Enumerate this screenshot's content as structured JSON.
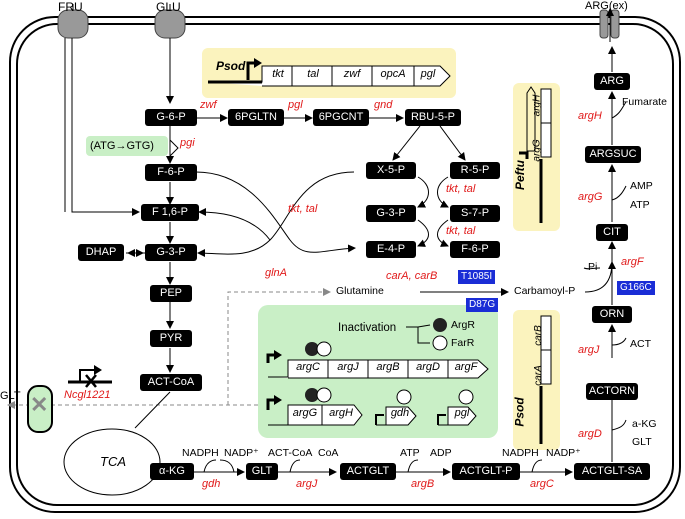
{
  "transport": {
    "fru": "FRU",
    "glu": "GLU",
    "arg_ex": "ARG(ex)",
    "glt": "GLT"
  },
  "metabolites": {
    "g6p": "G-6-P",
    "pgltn": "6PGLTN",
    "pgcnt": "6PGCNT",
    "rbu5p": "RBU-5-P",
    "f6p": "F-6-P",
    "f16p": "F 1,6-P",
    "dhap": "DHAP",
    "g3p": "G-3-P",
    "pep": "PEP",
    "pyr": "PYR",
    "acetylcoa": "ACT-CoA",
    "x5p": "X-5-P",
    "r5p": "R-5-P",
    "g3p_ppp": "G-3-P",
    "s7p": "S-7-P",
    "e4p": "E-4-P",
    "f6p_ppp": "F-6-P",
    "akg": "α-KG",
    "glt": "GLT",
    "actglt": "ACTGLT",
    "actgltp": "ACTGLT-P",
    "actgltsa": "ACTGLT-SA",
    "actorn": "ACTORN",
    "orn": "ORN",
    "cit": "CIT",
    "argsuc": "ARGSUC",
    "arg": "ARG",
    "tca": "TCA"
  },
  "enzymes": {
    "zwf": "zwf",
    "pgl": "pgl",
    "gnd": "gnd",
    "pgi": "pgi",
    "tkt_tal_1": "tkt, tal",
    "tkt_tal_2": "tkt, tal",
    "tkt_tal_3": "tkt, tal",
    "glnA": "glnA",
    "carAB": "carA, carB",
    "gdh": "gdh",
    "argJ_1": "argJ",
    "argB": "argB",
    "argC": "argC",
    "argD": "argD",
    "argJ_2": "argJ",
    "argF": "argF",
    "argG": "argG",
    "argH": "argH",
    "ncgl": "Ncgl1221"
  },
  "cofactors": {
    "nadph1": "NADPH",
    "nadp1": "NADP⁺",
    "actcoa": "ACT-CoA",
    "coa": "CoA",
    "atp1": "ATP",
    "adp": "ADP",
    "nadph2": "NADPH",
    "nadp2": "NADP⁺",
    "akg2": "a-KG",
    "glt2": "GLT",
    "act1": "ACT",
    "pi": "Pi",
    "amp": "AMP",
    "atp2": "ATP",
    "fumarate": "Fumarate",
    "glutamine": "Glutamine",
    "carbamoylp": "Carbamoyl-P"
  },
  "mutations": {
    "t1085i": "T1085I",
    "d87g": "D87G",
    "g166c": "G166C",
    "pgi_mut": "(ATG→GTG)"
  },
  "operons": {
    "psod_top": {
      "promoter": "Psod",
      "genes": [
        "tkt",
        "tal",
        "zwf",
        "opcA",
        "pgl"
      ]
    },
    "peftu": {
      "promoter": "Peftu",
      "genes": [
        "argG",
        "argH"
      ]
    },
    "psod_car": {
      "promoter": "Psod",
      "genes": [
        "carA",
        "carB"
      ]
    },
    "argC_operon": [
      "argC",
      "argJ",
      "argB",
      "argD",
      "argF"
    ],
    "argG_operon": [
      "argG",
      "argH"
    ],
    "gdh_gene": "gdh",
    "pgl_gene": "pgl"
  },
  "regulation": {
    "inactivation": "Inactivation",
    "argR": "ArgR",
    "farR": "FarR"
  },
  "colors": {
    "red": "#e01818",
    "blue": "#1a2dd6",
    "green": "#c9efc6",
    "yellow": "#fbf3be"
  }
}
